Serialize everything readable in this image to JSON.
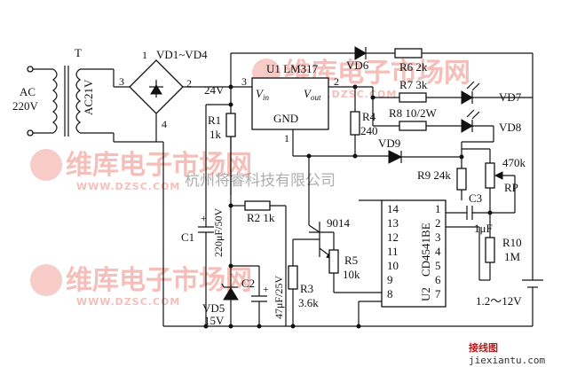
{
  "title_company": "杭州将睿科技有限公司",
  "watermark": {
    "brand": "维库电子市场网",
    "url": "WWW.DZSC.COM"
  },
  "footer": {
    "site_cn": "接线图",
    "site_url": "jiexiantu.com"
  },
  "labels": {
    "ac": "AC",
    "ac_v": "220V",
    "t": "T",
    "ac21": "AC21V",
    "n1": "1",
    "n2": "2",
    "n3": "3",
    "n4": "4",
    "bridge": "VD1~VD4",
    "v24": "24V",
    "u1": "U1  LM317",
    "pin3": "3",
    "pin2": "2",
    "pin1": "1",
    "vin": "V",
    "vin_sub": "in",
    "vout": "V",
    "vout_sub": "out",
    "gnd": "GND",
    "vd6": "VD6",
    "r6": "R6  2k",
    "r7": "R7  3k",
    "vd7": "VD7",
    "r8": "R8  10/2W",
    "vd8": "VD8",
    "r4": "R4",
    "r4v": "240",
    "vd9": "VD9",
    "r1": "R1",
    "r1v": "1k",
    "r9": "R9  24k",
    "rp470": "470k",
    "rp": "RP",
    "c3": "C3",
    "c3v": "1μF",
    "r10": "R10",
    "r10v": "1M",
    "r2": "R2  1k",
    "q": "9014",
    "c1": "C1",
    "c1v": "220μF/50V",
    "r5": "R5",
    "r5v": "10k",
    "c2": "C2",
    "c2v": "47μF/25V",
    "r3": "R3",
    "r3v": "3.6k",
    "vd5": "VD5",
    "vd5v": "15V",
    "ic": "CD4541BE",
    "u2": "U2",
    "batt": "1.2～12V",
    "plus": "+",
    "pins_left": [
      "14",
      "13",
      "12",
      "11",
      "10",
      "9",
      "8"
    ],
    "pins_right": [
      "1",
      "2",
      "3",
      "4",
      "5",
      "6",
      "7"
    ]
  },
  "colors": {
    "line": "#111111",
    "watermark": "#f2a9a1"
  }
}
